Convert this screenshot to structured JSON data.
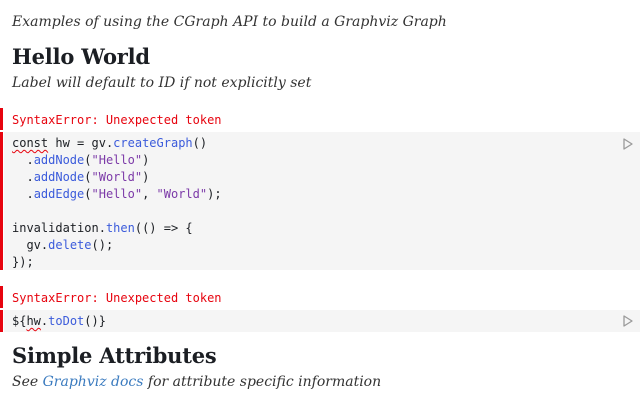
{
  "intro": "Examples of using the CGraph API to build a Graphviz Graph",
  "hello_world": {
    "title": "Hello World",
    "subtitle": "Label will default to ID if not explicitly set"
  },
  "errors": {
    "error_1": "SyntaxError: Unexpected token",
    "error_2": "SyntaxError: Unexpected token"
  },
  "code_1": {
    "line_1": {
      "kw": "const",
      "rest_a": " hw = ",
      "obj": "gv",
      "dot": ".",
      "fn": "createGraph",
      "end": "()"
    },
    "line_2": {
      "pre": "  .",
      "fn": "addNode",
      "open": "(",
      "str": "\"Hello\"",
      "close": ")"
    },
    "line_3": {
      "pre": "  .",
      "fn": "addNode",
      "open": "(",
      "str": "\"World\"",
      "close": ")"
    },
    "line_4": {
      "pre": "  .",
      "fn": "addEdge",
      "open": "(",
      "str1": "\"Hello\"",
      "comma": ", ",
      "str2": "\"World\"",
      "close": ");"
    },
    "line_6": {
      "var": "invalidation",
      "dot": ".",
      "fn": "then",
      "rest": "(() => {"
    },
    "line_7": {
      "pre": "  ",
      "obj": "gv",
      "dot": ".",
      "fn": "delete",
      "rest": "();"
    },
    "line_8": "});"
  },
  "code_2": {
    "open": "${",
    "obj": "hw",
    "dot": ".",
    "fn": "toDot",
    "close": "()}"
  },
  "simple_attributes": {
    "title": "Simple Attributes",
    "subtitle_pre": "See ",
    "link": "Graphviz docs",
    "subtitle_post": " for attribute specific information"
  },
  "icons": {
    "run": "play-outline-icon"
  },
  "colors": {
    "error": "#e7040f",
    "code_bg": "#f5f5f5",
    "link": "#3b7bbf",
    "function": "#3b5bdb",
    "string": "#7c3aa8"
  }
}
